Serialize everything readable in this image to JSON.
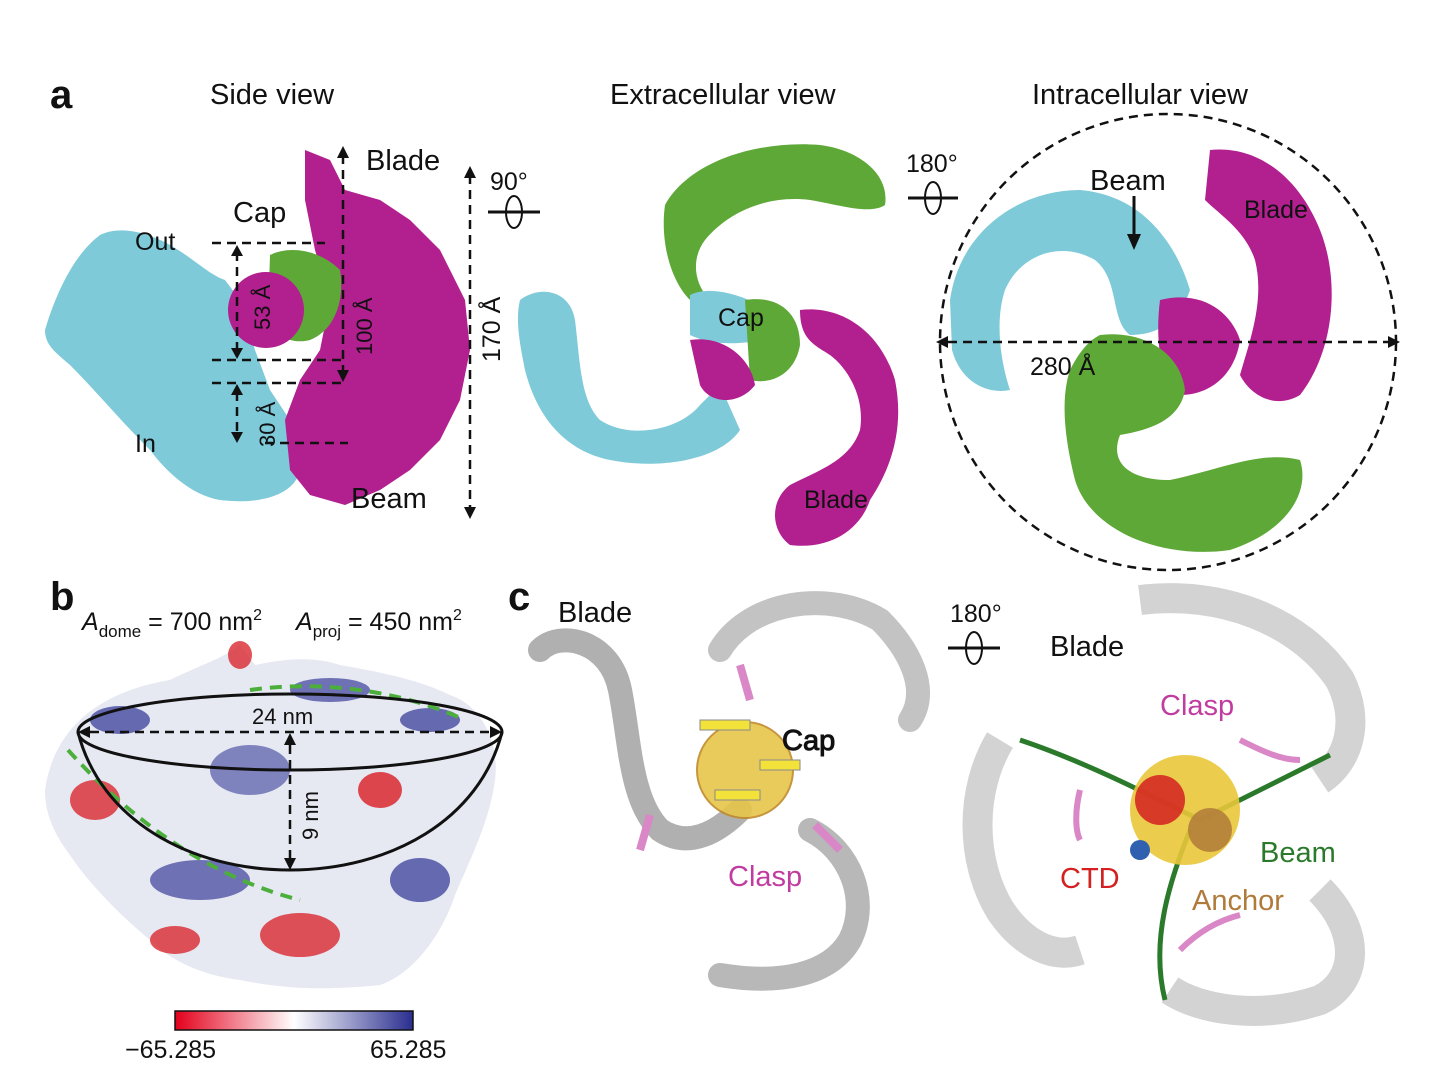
{
  "panels": {
    "a": {
      "letter": "a",
      "titles": {
        "side": "Side view",
        "extracellular": "Extracellular view",
        "intracellular": "Intracellular view"
      },
      "side_labels": {
        "blade": "Blade",
        "cap": "Cap",
        "out": "Out",
        "in": "In",
        "beam": "Beam",
        "d53": "53 Å",
        "d100": "100 Å",
        "d30": "30 Å",
        "d170": "170 Å"
      },
      "rotations": {
        "r90": "90°",
        "r180": "180°"
      },
      "extra_labels": {
        "cap": "Cap",
        "blade": "Blade"
      },
      "intra_labels": {
        "beam": "Beam",
        "blade": "Blade",
        "d280": "280 Å"
      },
      "colors": {
        "cyan": "#7fcad9",
        "magenta": "#b21f8f",
        "green": "#5ea837"
      }
    },
    "b": {
      "letter": "b",
      "a_dome_sym": "A",
      "a_dome_sub": "dome",
      "a_dome_val": " = 700 nm",
      "a_proj_sym": "A",
      "a_proj_sub": "proj",
      "a_proj_val": " = 450 nm",
      "sup": "2",
      "width_label": "24 nm",
      "depth_label": "9 nm",
      "scale_min": "−65.285",
      "scale_max": "65.285",
      "scale_colors": {
        "low": "#e3001b",
        "mid": "#ffffff",
        "high": "#2a2e8f"
      }
    },
    "c": {
      "letter": "c",
      "left_labels": {
        "blade": "Blade",
        "cap": "Cap",
        "clasp": "Clasp"
      },
      "rotation": "180°",
      "right_labels": {
        "blade": "Blade",
        "clasp": "Clasp",
        "ctd": "CTD",
        "beam": "Beam",
        "anchor": "Anchor"
      },
      "label_colors": {
        "cap": "#f5e21a",
        "clasp": "#c13ca0",
        "ctd": "#d42020",
        "beam": "#2b7a2b",
        "anchor": "#b07a3a"
      }
    }
  }
}
